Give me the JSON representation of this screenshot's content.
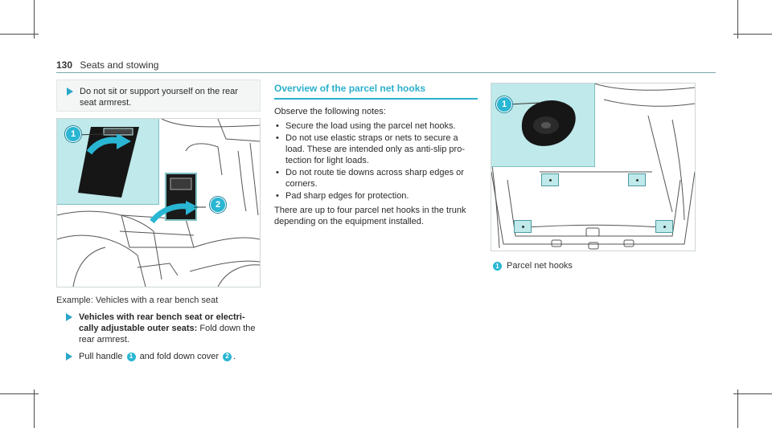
{
  "header": {
    "page_number": "130",
    "section": "Seats and stowing"
  },
  "warning": {
    "text": "Do not sit or support yourself on the rear seat armrest."
  },
  "figure1": {
    "badge_1": "1",
    "badge_2": "2",
    "caption": "Example: Vehicles with a rear bench seat"
  },
  "steps": [
    {
      "bold": "Vehicles with rear bench seat or electri-cally adjustable outer seats:",
      "text": " Fold down the rear armrest."
    },
    {
      "pre": "Pull handle",
      "badge_a": "1",
      "mid": "and fold down cover",
      "badge_b": "2",
      "post": "."
    }
  ],
  "overview": {
    "title": "Overview of the parcel net hooks",
    "intro": "Observe the following notes:",
    "bullets": [
      "Secure the load using the parcel net hooks.",
      "Do not use elastic straps or nets to secure a load. These are intended only as anti-slip pro-tection for light loads.",
      "Do not route tie downs across sharp edges or corners.",
      "Pad sharp edges for protection."
    ],
    "paragraph": "There are up to four parcel net hooks in the trunk depending on the equipment installed."
  },
  "figure2": {
    "badge_1": "1",
    "legend_num": "1",
    "legend_text": "Parcel net hooks"
  },
  "colors": {
    "accent": "#2bb0cc",
    "inset": "#bfe9ea"
  }
}
